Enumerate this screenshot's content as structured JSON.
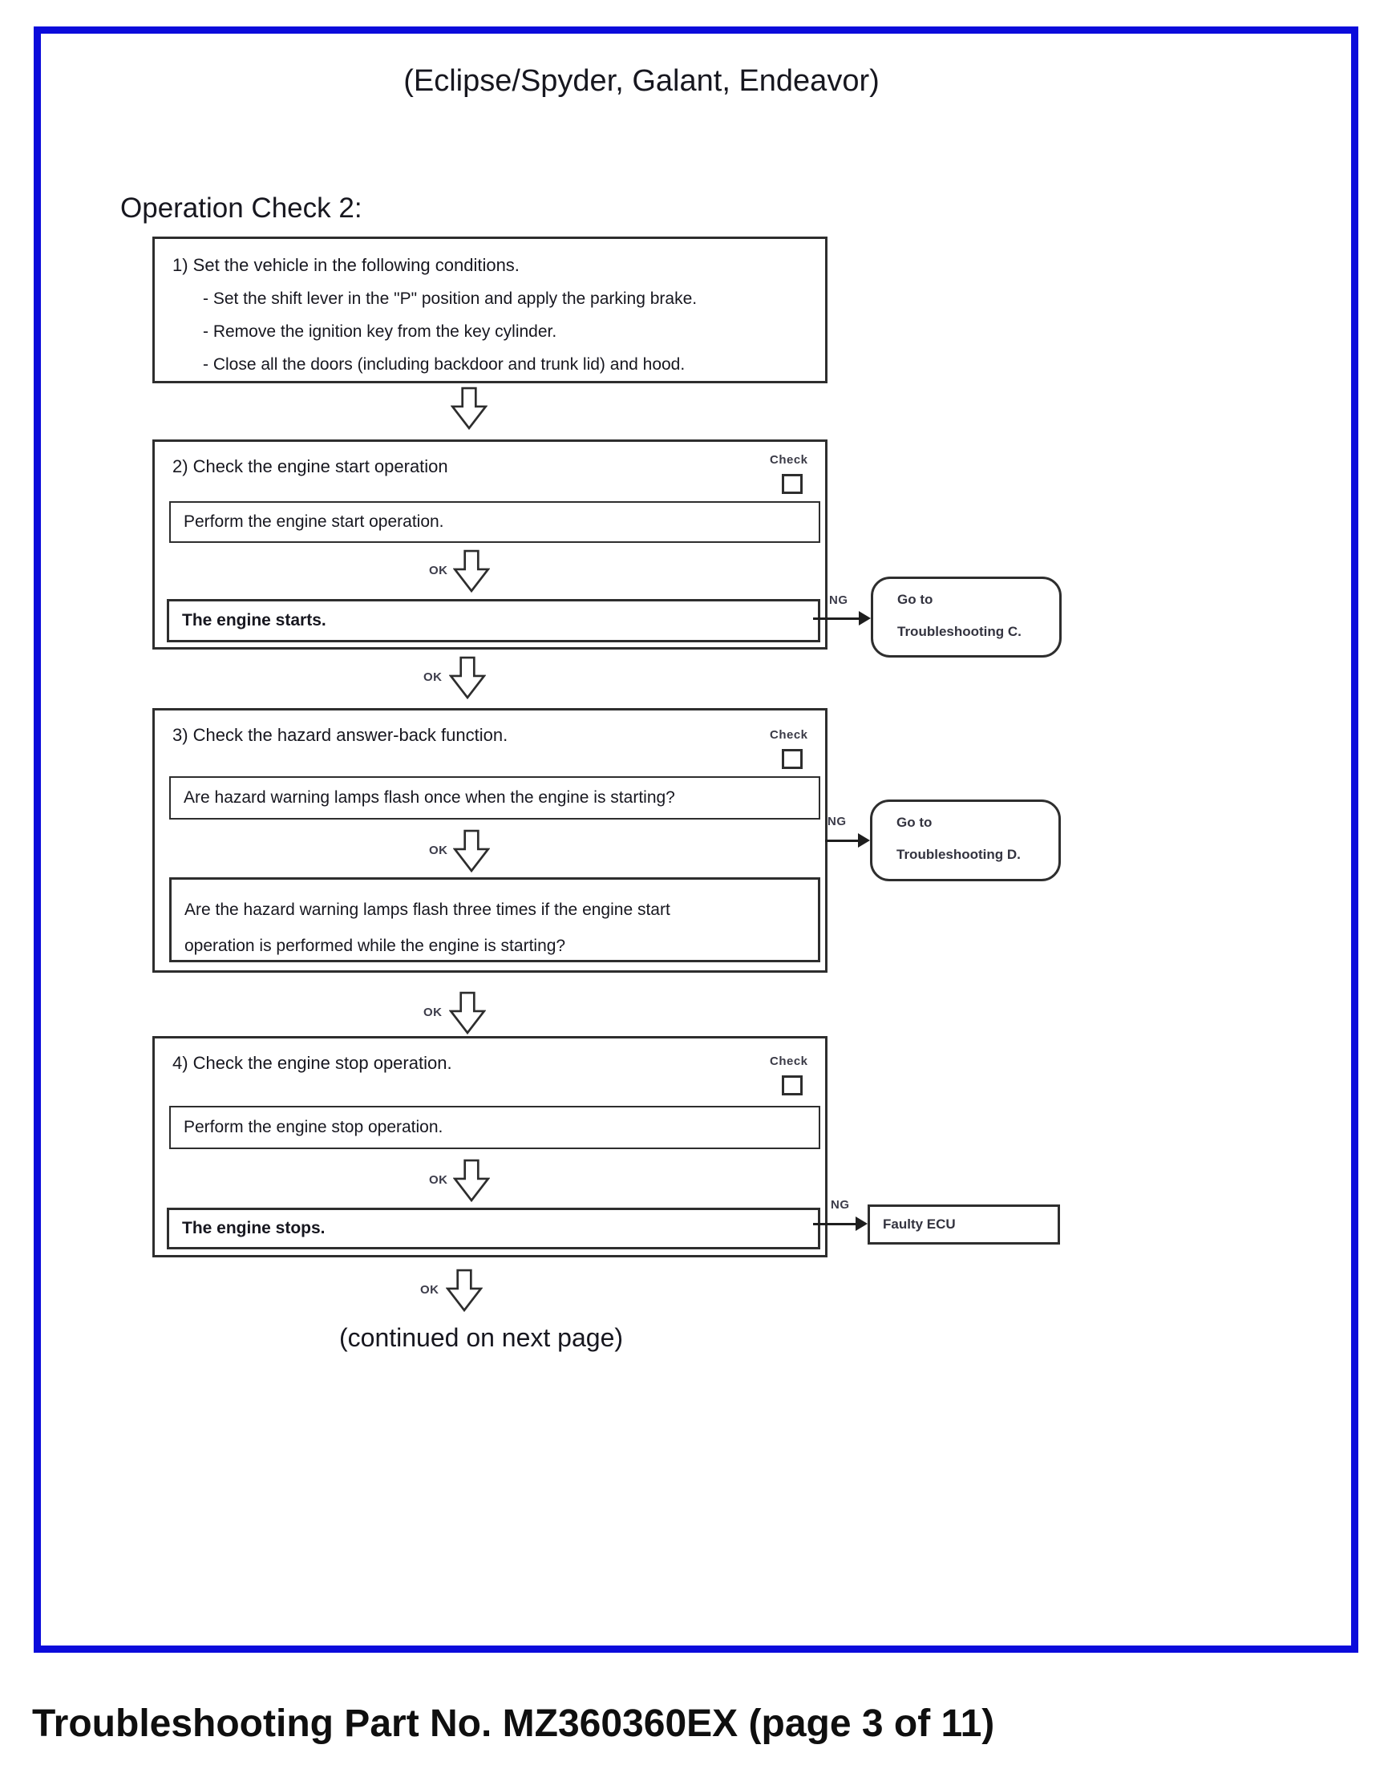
{
  "page": {
    "vehicle_note": "(Eclipse/Spyder, Galant, Endeavor)",
    "section_title": "Operation Check 2:",
    "continued_note": "(continued on next page)",
    "footer": "Troubleshooting Part No. MZ360360EX (page 3 of 11)"
  },
  "labels": {
    "ok": "OK",
    "ng": "NG",
    "check": "Check"
  },
  "steps": {
    "step1": {
      "title": "1) Set the vehicle in the following conditions.",
      "bullet1": "- Set the shift lever in the \"P\" position and apply the parking brake.",
      "bullet2": "- Remove the ignition key from the key cylinder.",
      "bullet3": "- Close all the doors (including backdoor and trunk lid) and hood."
    },
    "step2": {
      "title": "2) Check the engine start operation",
      "action": "Perform the engine start operation.",
      "result": "The engine starts.",
      "ng_line1": "Go to",
      "ng_line2": "Troubleshooting C."
    },
    "step3": {
      "title": "3) Check the hazard answer-back function.",
      "action": "Are hazard warning lamps flash once when the engine is starting?",
      "result_line1": "Are the hazard warning lamps flash three times if the engine start",
      "result_line2": "operation is performed while the engine is starting?",
      "ng_line1": "Go to",
      "ng_line2": "Troubleshooting D."
    },
    "step4": {
      "title": "4) Check the engine stop operation.",
      "action": "Perform the engine stop operation.",
      "result": "The engine stops.",
      "ng_result": "Faulty ECU"
    }
  }
}
